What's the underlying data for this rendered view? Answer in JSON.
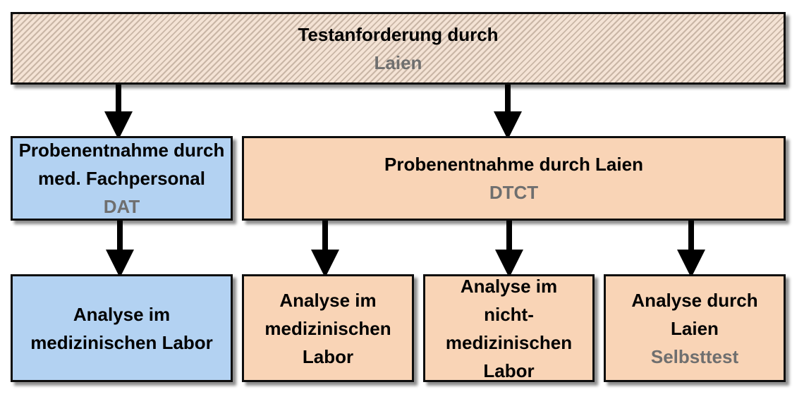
{
  "top": {
    "title": "Testanforderung durch",
    "subtitle": "Laien"
  },
  "left_sample": {
    "line1": "Probenentnahme durch",
    "line2": "med. Fachpersonal",
    "tag": "DAT"
  },
  "right_sample": {
    "line1": "Probenentnahme durch Laien",
    "tag": "DTCT"
  },
  "analysis_medical_dat": {
    "line1": "Analyse im",
    "line2": "medizinischen Labor"
  },
  "analysis_medical_dtct": {
    "line1": "Analyse im",
    "line2": "medizinischen",
    "line3": "Labor"
  },
  "analysis_nonmedical": {
    "line1": "Analyse im",
    "line2": "nicht-",
    "line3": "medizinischen",
    "line4": "Labor"
  },
  "analysis_self": {
    "line1": "Analyse durch",
    "line2": "Laien",
    "tag": "Selbsttest"
  },
  "colors": {
    "blue": "#b3d2f2",
    "peach": "#f9d4b6",
    "hatch": "#f4e3d5",
    "subtext": "#6f6f6f"
  }
}
